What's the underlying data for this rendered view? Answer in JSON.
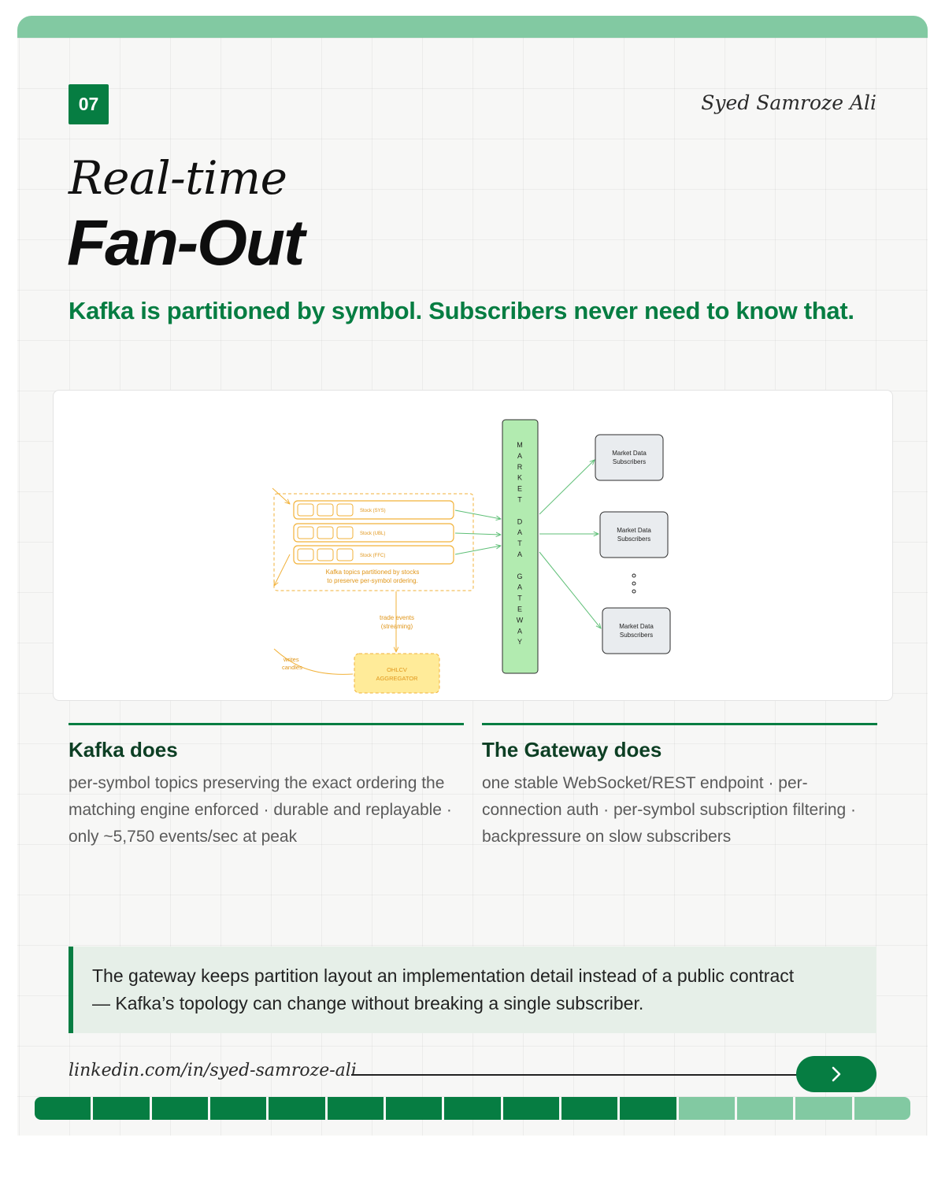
{
  "header": {
    "slide_number": "07",
    "author": "Syed Samroze Ali"
  },
  "title": {
    "line1": "Real-time",
    "line2": "Fan-Out"
  },
  "subtitle": "Kafka is partitioned by symbol. Subscribers never need to know that.",
  "diagram": {
    "gateway_label": "MARKET DATA GATEWAY",
    "topics": [
      {
        "label": "Stock (SYS)"
      },
      {
        "label": "Stock (UBL)"
      },
      {
        "label": "Stock (FFC)"
      }
    ],
    "kafka_caption_line1": "Kafka topics partitioned by stocks",
    "kafka_caption_line2": "to preserve per-symbol ordering.",
    "trade_events_line1": "trade events",
    "trade_events_line2": "(streaming)",
    "writes_line1": "writes",
    "writes_line2": "candles",
    "aggregator_line1": "OHLCV",
    "aggregator_line2": "AGGREGATOR",
    "subscribers": [
      {
        "line1": "Market Data",
        "line2": "Subscribers"
      },
      {
        "line1": "Market Data",
        "line2": "Subscribers"
      },
      {
        "line1": "Market Data",
        "line2": "Subscribers"
      }
    ],
    "colors": {
      "gateway_fill": "#b2ebb0",
      "kafka_stroke": "#f2b23a",
      "kafka_text": "#e0961a",
      "aggregator_fill": "#ffeb99",
      "arrow_green": "#5fbf77",
      "subscriber_fill": "#e9ecef"
    }
  },
  "columns": {
    "left": {
      "heading": "Kafka does",
      "body": "per-symbol topics preserving the exact ordering the matching engine enforced · durable and replayable · only ~5,750 events/sec at peak"
    },
    "right": {
      "heading": "The Gateway does",
      "body": "one stable WebSocket/REST endpoint · per-connection auth · per-symbol subscription filtering · backpressure on slow subscribers"
    }
  },
  "callout": "The gateway keeps partition layout an implementation detail instead of a public contract — Kafka’s topology can change without breaking a single subscriber.",
  "footer": {
    "link": "linkedin.com/in/syed-samroze-ali",
    "next_icon": "chevron-right-icon"
  },
  "progress": {
    "total": 15,
    "current": 11
  },
  "colors": {
    "accent": "#067d42",
    "accent_light": "#82c9a2"
  }
}
